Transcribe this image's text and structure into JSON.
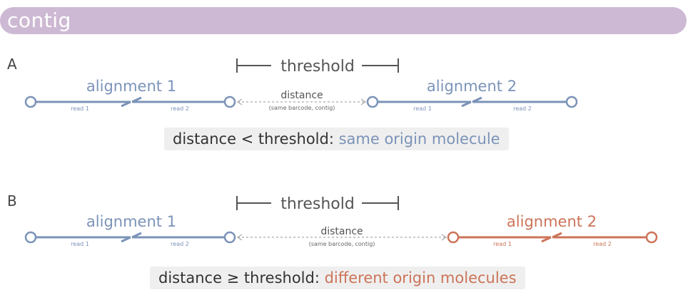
{
  "header": {
    "title": "contig"
  },
  "colors": {
    "blue": "#7b93b8",
    "orange": "#cc7459",
    "grey": "#555555",
    "banner": "#cdb9d3"
  },
  "panels": [
    {
      "letter": "A",
      "threshold_label": "threshold",
      "alignment1": {
        "label": "alignment 1",
        "read1": "read 1",
        "read2": "read 2"
      },
      "alignment2": {
        "label": "alignment 2",
        "read1": "read 1",
        "read2": "read 2"
      },
      "distance": {
        "label": "distance",
        "note": "(same barcode, contig)"
      },
      "caption": {
        "condition": "distance < threshold:",
        "result": "same origin molecule"
      }
    },
    {
      "letter": "B",
      "threshold_label": "threshold",
      "alignment1": {
        "label": "alignment 1",
        "read1": "read 1",
        "read2": "read 2"
      },
      "alignment2": {
        "label": "alignment 2",
        "read1": "read 1",
        "read2": "read 2"
      },
      "distance": {
        "label": "distance",
        "note": "(same barcode, contig)"
      },
      "caption": {
        "condition": "distance ≥ threshold:",
        "result": "different origin molecules"
      }
    }
  ]
}
